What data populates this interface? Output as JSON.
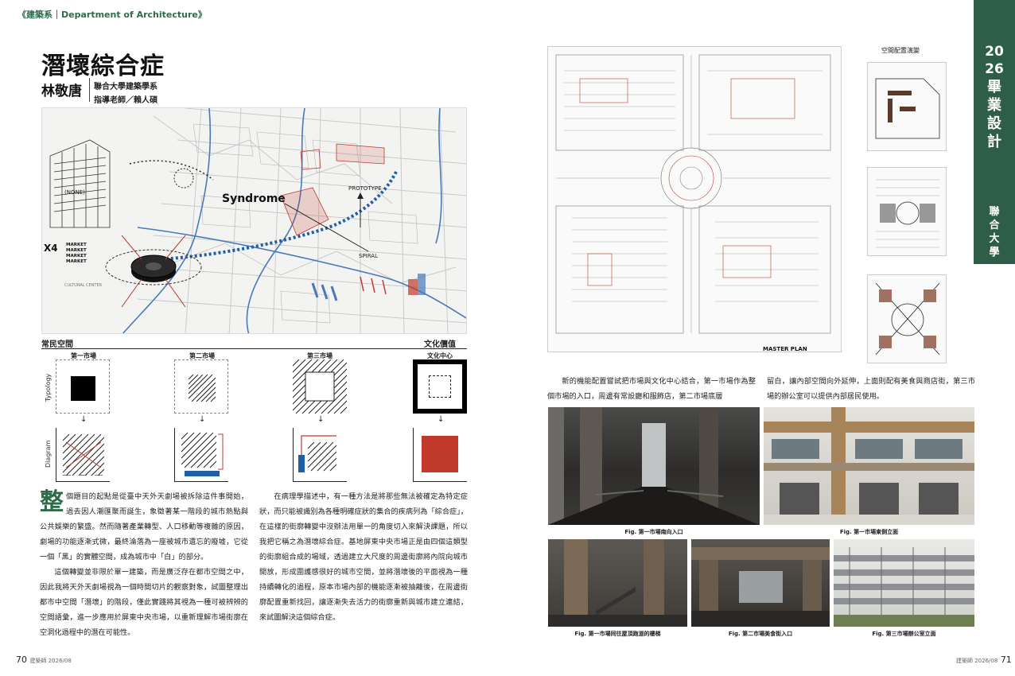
{
  "header": {
    "department": "《建築系｜Department of Architecture》"
  },
  "article": {
    "title": "潛壞綜合症",
    "author": "林敬唐",
    "affiliation": "聯合大學建築學系",
    "advisor": "指導老師／賴人碩"
  },
  "map": {
    "syndrome": "Syndrome",
    "prototype": "PROTOTYPE",
    "spiral": "SPIRAL",
    "x4": "X4",
    "markets": [
      "MARKET",
      "MARKET",
      "MARKET",
      "MARKET"
    ],
    "none": "(NONE)",
    "cultural": "CULTURAL CENTER"
  },
  "axis": {
    "left": "常民空間",
    "right": "文化價值"
  },
  "typology": {
    "row_labels": {
      "top": "Typology",
      "bottom": "Diagram"
    },
    "columns": [
      "第一市場",
      "第二市場",
      "第三市場",
      "文化中心"
    ]
  },
  "text_left": {
    "dropcap": "整",
    "col1_p1": "個題目的起點是從臺中天外天劇場被拆除這件事開始，過去因人潮匯聚而誕生，象徵著某一階段的城市熱點與公共娛樂的繁盛。然而隨著產業轉型、人口移動等複雜的原因，劇場的功能逐漸式微，最終淪落為一座被城市遺忘的廢墟，它從一個「黑」的實體空間，成為城市中「白」的部分。",
    "col1_p2": "這個轉變並非限於單一建築，而是廣泛存在都市空間之中，因此我將天外天劇場視為一個時間切片的觀察對象，試圖整理出都市中空間「潛壞」的階段，僅此實踐將其視為一種可被辨辨的空間語彙，進一步應用於屏東中央市場，以重新理解市場街廓在空洞化過程中的潛在可能性。",
    "col2_p1": "在病理學描述中，有一種方法是將那些無法被確定為特定症狀，而只能被識別為各種明確症狀的集合的疾病列為「綜合症」，在這樣的街廓轉變中沒辦法用單一的角度切入來解決課題，所以我把它稱之為潛壞綜合症。基地屏東中央市場正是由四個這類型的街廓組合成的場域，透過建立大尺度的周邊街廓將內院向城市開放，形成圍護感很好的城市空間，並將潛壞後的平面視為一種持續轉化的過程，原本市場內部的機能逐漸被抽離後，在周邊街廓配置重新找回，讓逐漸失去活力的街廓重新與城市建立連結，來試圖解決這個綜合症。"
  },
  "page_left": {
    "number": "70",
    "mag": "建築師 2026/08"
  },
  "tab": {
    "year": [
      "20",
      "26"
    ],
    "title": [
      "畢",
      "業",
      "設",
      "計"
    ],
    "univ": [
      "聯",
      "合",
      "大",
      "學"
    ]
  },
  "plan": {
    "title": "MASTER PLAN",
    "config_title": "空間配置演變"
  },
  "text_right": {
    "col1": "新的機能配置嘗試把市場與文化中心結合，第一市場作為整個市場的入口，周邊有常設廳和服飾店，第二市場底層",
    "col2": "留白，讓內部空間向外延伸，上面則配有美食與商店街，第三市場的辦公室可以提供內部居民使用。"
  },
  "photos": [
    {
      "caption": "Fig. 第一市場南向入口"
    },
    {
      "caption": "Fig. 第一市場東側立面"
    },
    {
      "caption": "Fig. 第一市場同往屋頂跑道的樓梯"
    },
    {
      "caption": "Fig. 第二市場美食街入口"
    },
    {
      "caption": "Fig. 第三市場辦公室立面"
    }
  ],
  "page_right": {
    "number": "71",
    "mag": "建築師 2026/08"
  },
  "colors": {
    "accent": "#2e6b4a",
    "tab": "#2f5e48",
    "red": "#c0392b",
    "blue": "#1f5fa8"
  }
}
